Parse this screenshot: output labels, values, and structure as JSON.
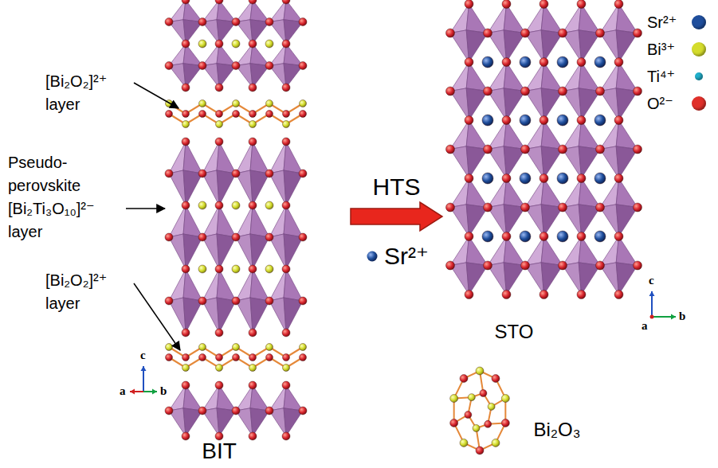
{
  "diagram": {
    "nodes": [
      {
        "text": [
          "BIT"
        ]
      },
      {
        "text": [
          "STO"
        ]
      },
      {
        "text": [
          "Bi₂O₃"
        ]
      }
    ],
    "edges": [
      {
        "from": 0,
        "to": 1,
        "arrow": "to",
        "label": "HTS"
      }
    ],
    "labels": [
      "[Bi₂O₂]²⁺ layer",
      "Pseudo- perovskite [Bi₂Ti₃O₁₀]²⁻ layer",
      "[Bi₂O₂]²⁺ layer",
      "Sr²⁺",
      "c",
      "a",
      "b",
      "c",
      "b",
      "a"
    ],
    "legend": [
      {
        "text": "Sr²⁺",
        "color": "#1f4e9c"
      },
      {
        "text": "Bi³⁺",
        "color": "#d4dc2c"
      },
      {
        "text": "Ti⁴⁺",
        "color": "#22b0cc"
      },
      {
        "text": "O²⁻",
        "color": "#e0302a"
      }
    ]
  }
}
